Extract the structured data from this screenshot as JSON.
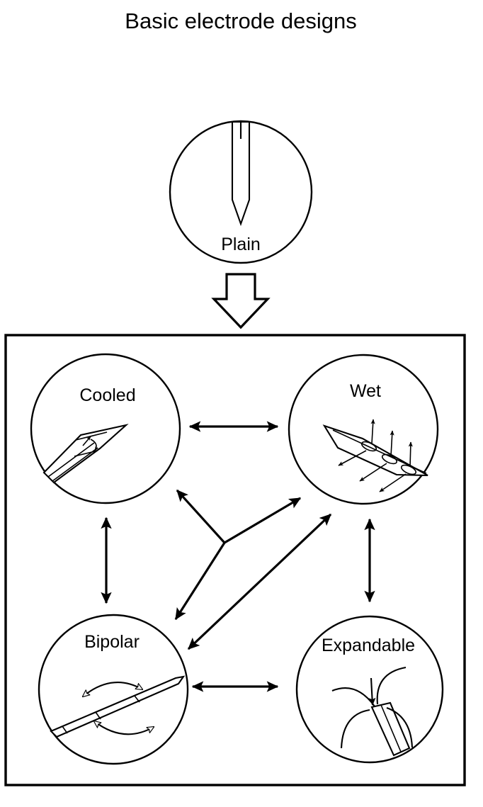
{
  "title": "Basic electrode designs",
  "root_node": {
    "label": "Plain",
    "icon": "straight-needle-electrode-icon"
  },
  "flow_arrow": {
    "icon": "hollow-block-arrow-down-icon",
    "direction": "down"
  },
  "group_box": {
    "name": "derived-designs-group"
  },
  "nodes": [
    {
      "id": "cooled",
      "label": "Cooled",
      "icon": "cooled-electrode-tip-icon"
    },
    {
      "id": "wet",
      "label": "Wet",
      "icon": "wet-perfusion-electrode-icon"
    },
    {
      "id": "bipolar",
      "label": "Bipolar",
      "icon": "bipolar-segmented-electrode-icon"
    },
    {
      "id": "expandable",
      "label": "Expandable",
      "icon": "expandable-tine-electrode-icon"
    }
  ],
  "connectors": [
    {
      "id": "cooled-wet",
      "from": "cooled",
      "to": "wet",
      "style": "double-headed",
      "orientation": "horizontal"
    },
    {
      "id": "cooled-bipolar",
      "from": "cooled",
      "to": "bipolar",
      "style": "double-headed",
      "orientation": "vertical"
    },
    {
      "id": "wet-expandable",
      "from": "wet",
      "to": "expandable",
      "style": "double-headed",
      "orientation": "vertical"
    },
    {
      "id": "bipolar-expandable",
      "from": "bipolar",
      "to": "expandable",
      "style": "double-headed",
      "orientation": "horizontal"
    },
    {
      "id": "bipolar-wet",
      "from": "bipolar",
      "to": "wet",
      "style": "double-headed",
      "orientation": "diagonal"
    },
    {
      "id": "cooled-wet-bipolar-junction",
      "from": "cooled",
      "to": "wet, bipolar",
      "style": "three-way-junction",
      "orientation": "y-junction"
    }
  ],
  "colors": {
    "stroke": "#000000",
    "background": "#ffffff"
  }
}
